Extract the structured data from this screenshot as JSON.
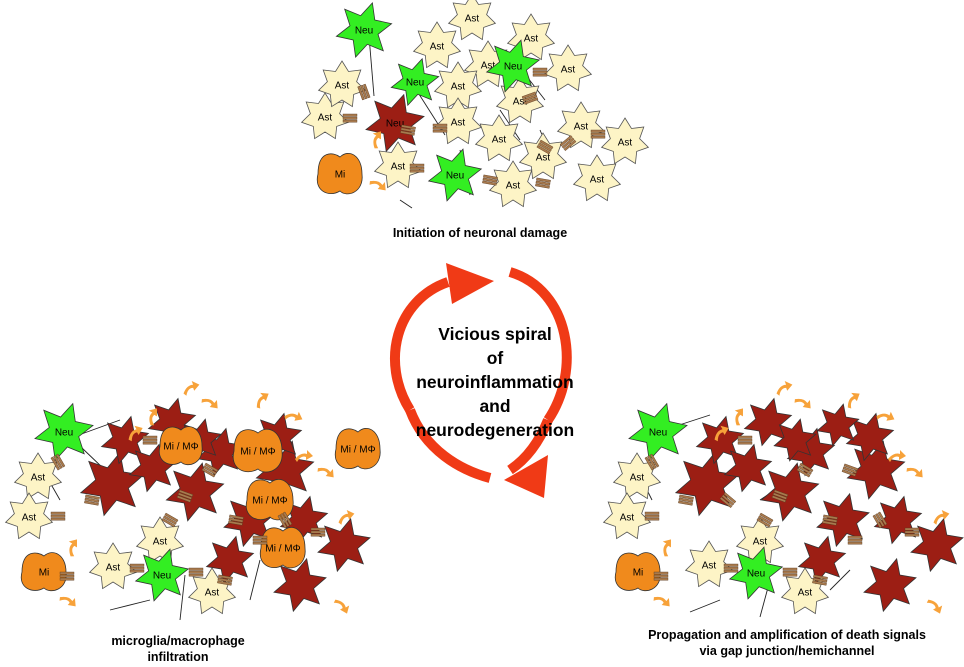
{
  "labels": {
    "neuron": "Neu",
    "astrocyte": "Ast",
    "microglia": "Mi",
    "microglia_macrophage": "Mi / MΦ"
  },
  "captions": {
    "top": "Initiation of neuronal damage",
    "left_line1": "microglia/macrophage",
    "left_line2": "infiltration",
    "right_line1": "Propagation and amplification of death signals",
    "right_line2": "via gap junction/hemichannel"
  },
  "center": {
    "line1": "Vicious spiral",
    "line2": "of",
    "line3": "neuroinflammation",
    "line4": "and",
    "line5": "neurodegeneration"
  },
  "colors": {
    "neuron_healthy": "#33ee22",
    "neuron_damaged": "#9c1e14",
    "astrocyte": "#fdf4c6",
    "microglia": "#f08a1c",
    "arrow": "#f03a16",
    "release_arrow": "#f7a23a",
    "gap_junction": "#a87a4e"
  },
  "icons": [
    "neuron-icon",
    "astrocyte-icon",
    "microglia-icon",
    "gap-junction-icon",
    "release-arrow-icon",
    "cycle-arrow-icon"
  ]
}
